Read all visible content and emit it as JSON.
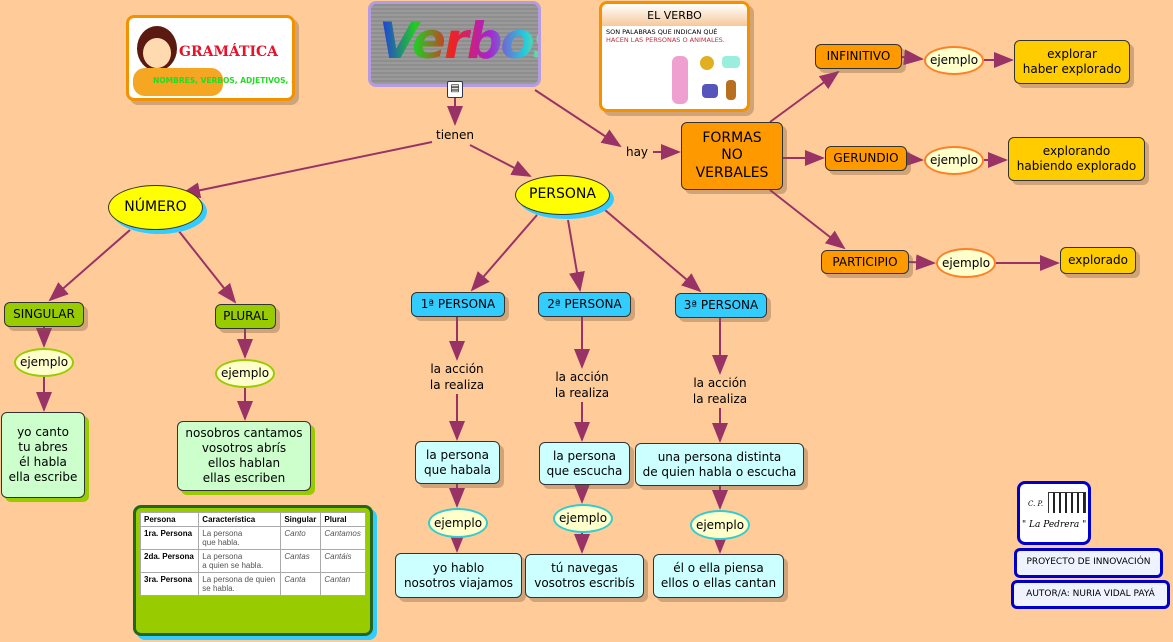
{
  "images": {
    "gramatica": {
      "title": "GRAMÁTICA",
      "subtitle": "NOMBRES, VERBOS, ADJETIVOS, ..."
    },
    "verbos": {
      "title": "Verbos"
    },
    "el_verbo": {
      "title": "EL VERBO",
      "line1": "SON PALABRAS QUE INDICAN QUÉ",
      "line2": "HACEN LAS PERSONAS O ANIMALES."
    },
    "logo": {
      "line1": "C. P.",
      "line2": "\" La Pedrera \""
    }
  },
  "linking": {
    "tienen": "tienen",
    "hay": "hay",
    "ejemplo": "ejemplo",
    "accion": "la acción\nla realiza"
  },
  "nodes": {
    "numero": "NÚMERO",
    "persona": "PERSONA",
    "formas": "FORMAS\nNO\nVERBALES",
    "infinitivo": "INFINITIVO",
    "infinitivo_ej": "explorar\nhaber explorado",
    "gerundio": "GERUNDIO",
    "gerundio_ej": "explorando\nhabiendo explorado",
    "participio": "PARTICIPIO",
    "participio_ej": "explorado",
    "singular": "SINGULAR",
    "singular_ej": "yo canto\ntu abres\nél habla\nella escribe",
    "plural": "PLURAL",
    "plural_ej": "nosobros cantamos\nvosotros abrís\nellos hablan\nellas escriben",
    "p1": "1ª PERSONA",
    "p2": "2ª PERSONA",
    "p3": "3ª PERSONA",
    "p1_desc": "la persona\nque habala",
    "p2_desc": "la persona\nque escucha",
    "p3_desc": "una persona distinta\nde quien habla o escucha",
    "p1_ej": "yo hablo\nnosotros viajamos",
    "p2_ej": "tú navegas\nvosotros escribís",
    "p3_ej": "él o ella piensa\nellos o ellas cantan",
    "proyecto": "PROYECTO DE INNOVACIÓN",
    "autor": "AUTOR/A: NURIA VIDAL PAYÁ"
  },
  "table": {
    "headers": [
      "Persona",
      "Característica",
      "Singular",
      "Plural"
    ],
    "rows": [
      [
        "1ra. Persona",
        "La persona\nque habla.",
        "Canto",
        "Cantamos"
      ],
      [
        "2da. Persona",
        "La persona\na quien se habla.",
        "Cantas",
        "Cantáis"
      ],
      [
        "3ra. Persona",
        "La persona de quien\nse habla.",
        "Canta",
        "Cantan"
      ]
    ]
  },
  "colors": {
    "background": "#FFCC99",
    "link": "#993366",
    "yellow": "#FFFF00",
    "green": "#99CC00",
    "light_green": "#CCFFCC",
    "blue": "#33CCFF",
    "light_cyan": "#CCFFFF",
    "orange": "#FF9900",
    "gold": "#FFCC00",
    "frame_blue": "#0000CC"
  }
}
